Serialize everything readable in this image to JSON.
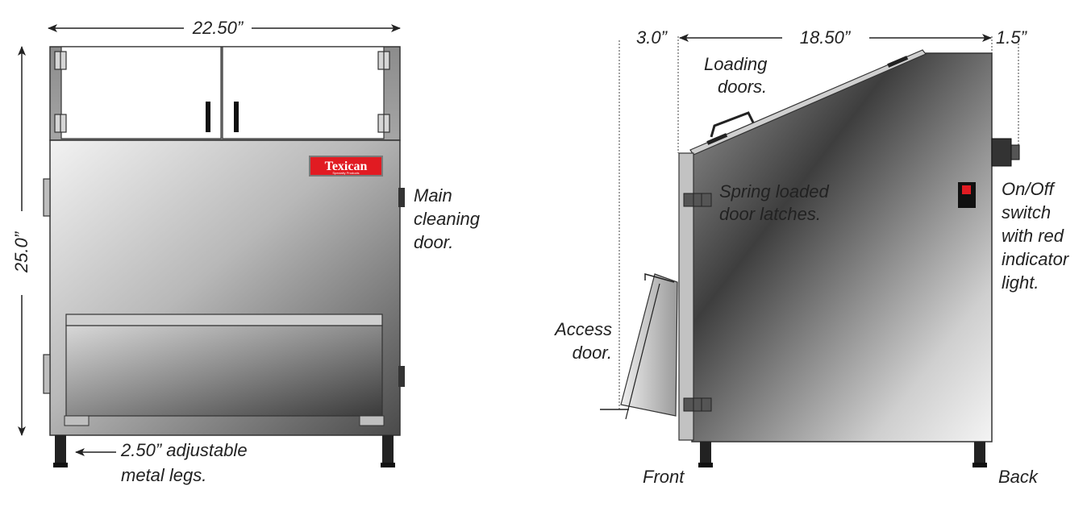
{
  "front_view": {
    "width_dim": "22.50”",
    "height_dim": "25.0”",
    "legs_label": [
      "2.50” adjustable",
      "metal legs."
    ],
    "cleaning_door_label": [
      "Main",
      "cleaning",
      "door."
    ],
    "logo": {
      "text": "Texican",
      "subtext": "Specialty Products",
      "color": "#e11b22"
    }
  },
  "side_view": {
    "front_offset_dim": "3.0”",
    "depth_dim": "18.50”",
    "back_offset_dim": "1.5”",
    "loading_doors_label": [
      "Loading",
      "doors."
    ],
    "latches_label": [
      "Spring loaded",
      "door latches."
    ],
    "switch_label": [
      "On/Off",
      "switch",
      "with red",
      "indicator",
      "light."
    ],
    "access_door_label": [
      "Access",
      "door."
    ],
    "front_label": "Front",
    "back_label": "Back",
    "indicator_color": "#e11b22"
  }
}
